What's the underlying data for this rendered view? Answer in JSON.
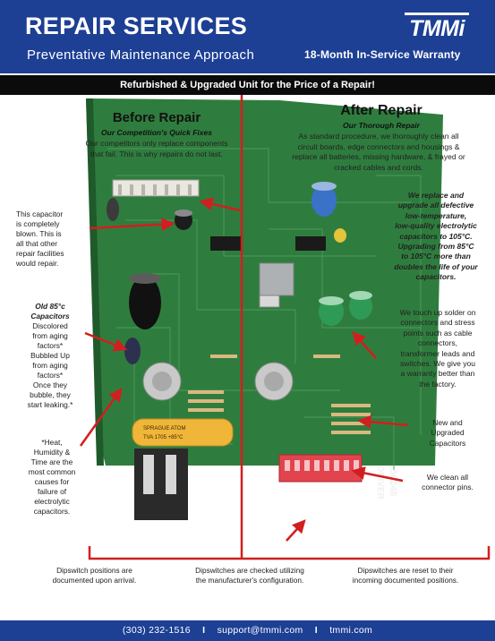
{
  "header": {
    "title": "REPAIR SERVICES",
    "subtitle": "Preventative Maintenance Approach",
    "logo": "TMMi",
    "warranty": "18-Month In-Service Warranty"
  },
  "banner": "Refurbished & Upgraded Unit for the Price of a Repair!",
  "before": {
    "title": "Before Repair",
    "subtitle": "Our Competition's Quick Fixes",
    "body_line1": "Our competitors only replace components",
    "body_line2": "that fail.  This is why repairs do not last."
  },
  "after": {
    "title": "After Repair",
    "subtitle": "Our Thorough Repair",
    "body_lines": [
      "As standard procedure, we thoroughly clean all",
      "circuit boards, edge connectors and housings &",
      "replace all batteries, missing hardware, & frayed or",
      "cracked cables and cords."
    ]
  },
  "left_annotations": {
    "blown_cap": [
      "This capacitor",
      "is completely",
      "blown.  This is",
      "all that other",
      "repair facilities",
      "would repair."
    ],
    "old_caps_title": [
      "Old 85°c",
      "Capacitors"
    ],
    "old_caps_body": [
      "Discolored",
      "from aging",
      "factors*",
      "Bubbled Up",
      "from  aging",
      "factors*",
      "Once they",
      "bubble, they",
      "start leaking.*"
    ],
    "heat_note": [
      "*Heat,",
      "Humidity &",
      "Time are the",
      "most common",
      "causes for",
      "failure of",
      "electrolytic",
      "capacitors."
    ]
  },
  "right_annotations": {
    "upgrade": [
      "We replace and",
      "upgrade all defective",
      "low-temperature,",
      "low-quality electrolytic",
      "capacitors to 105°C.",
      "Upgrading from 85°C",
      "to 105°C more than",
      "doubles the life of your",
      "capacitors."
    ],
    "solder": [
      "We touch up solder on",
      "connectors and stress",
      "points such as cable",
      "connectors,",
      "transformer leads and",
      "switches.  We give you",
      "a warranty better than",
      "the factory."
    ],
    "new_caps": [
      "New and",
      "Upgraded",
      "Capacitors"
    ],
    "clean_pins": [
      "We clean all",
      "connector pins."
    ]
  },
  "board_labels": {
    "driver": "DRIVER",
    "part_no": "50246",
    "cap_label1": "SPRAGUE ATOM",
    "cap_label2": "TVA 1705 +85°C"
  },
  "dipswitch_notes": {
    "left": [
      "Dipswitch positions are",
      "documented upon arrival."
    ],
    "mid": [
      "Dipswitches are checked utilizing",
      "the manufacturer's configuration."
    ],
    "right": [
      "Dipswitches are reset to their",
      "incoming documented positions."
    ]
  },
  "footer": {
    "phone": "(303) 232-1516",
    "email": "support@tmmi.com",
    "web": "tmmi.com",
    "separator": "I"
  },
  "colors": {
    "brand_blue": "#1d3f94",
    "pcb_green": "#2f7d3e",
    "arrow_red": "#d11f1f"
  }
}
